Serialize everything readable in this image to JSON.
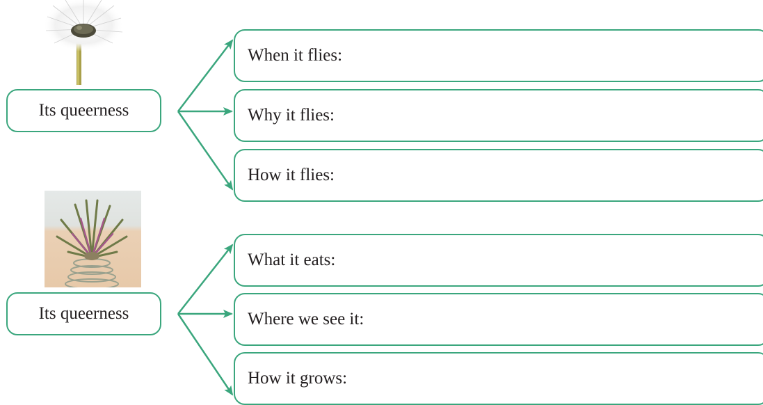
{
  "colors": {
    "accent": "#3aa67d"
  },
  "groups": [
    {
      "image": "dandelion-seed-head",
      "source_label": "Its queerness",
      "prompts": [
        "When it flies:",
        "Why it flies:",
        "How it flies:"
      ]
    },
    {
      "image": "air-plant-on-spring-holder",
      "source_label": "Its queerness",
      "prompts": [
        "What it eats:",
        "Where we see it:",
        "How it grows:"
      ]
    }
  ]
}
